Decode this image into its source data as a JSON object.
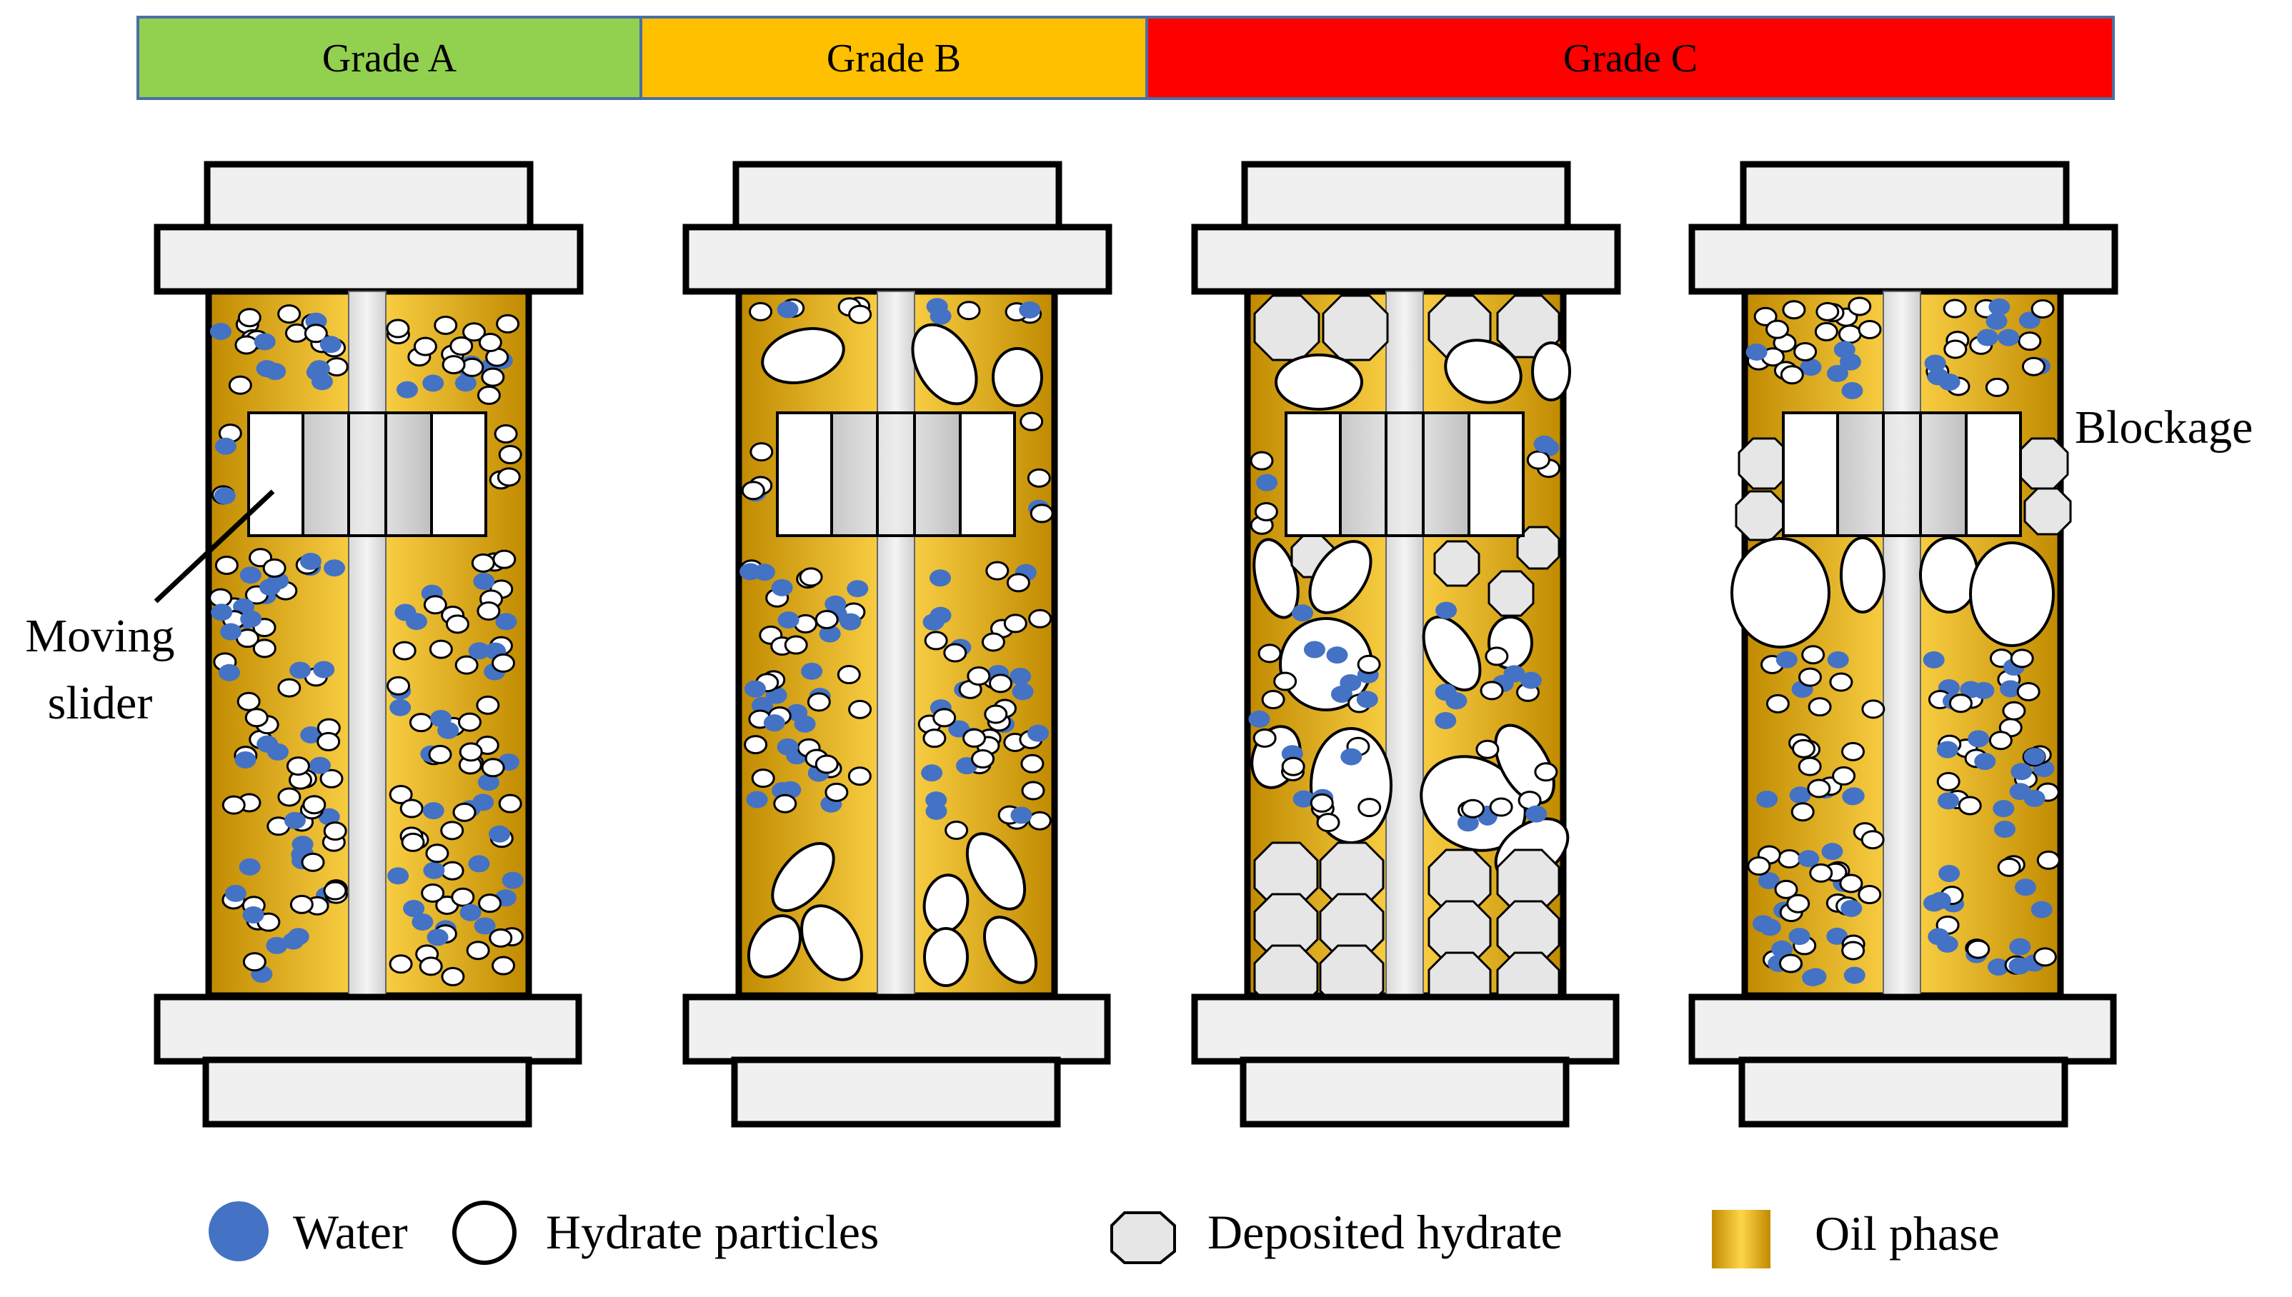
{
  "grades": [
    {
      "label": "Grade A",
      "color": "#92d050"
    },
    {
      "label": "Grade B",
      "color": "#ffc000"
    },
    {
      "label": "Grade C",
      "color": "#ff0000"
    }
  ],
  "annotations": {
    "moving_slider": [
      "Moving",
      "slider"
    ],
    "blockage": "Blockage"
  },
  "legend": {
    "water": "Water",
    "hydrate_particles": "Hydrate particles",
    "deposited_hydrate": "Deposited hydrate",
    "oil_phase": "Oil phase"
  },
  "colors": {
    "water": "#4472c4",
    "oil_dark": "#c89000",
    "oil_light": "#ffd54a",
    "cap_fill": "#f0f0f0",
    "outline": "#000000",
    "hydrate_fill": "#ffffff",
    "deposit_fill": "#e6e6e6"
  },
  "icons": [
    "water-dot-icon",
    "hydrate-particle-icon",
    "deposited-hydrate-icon",
    "oil-phase-swatch-icon"
  ]
}
